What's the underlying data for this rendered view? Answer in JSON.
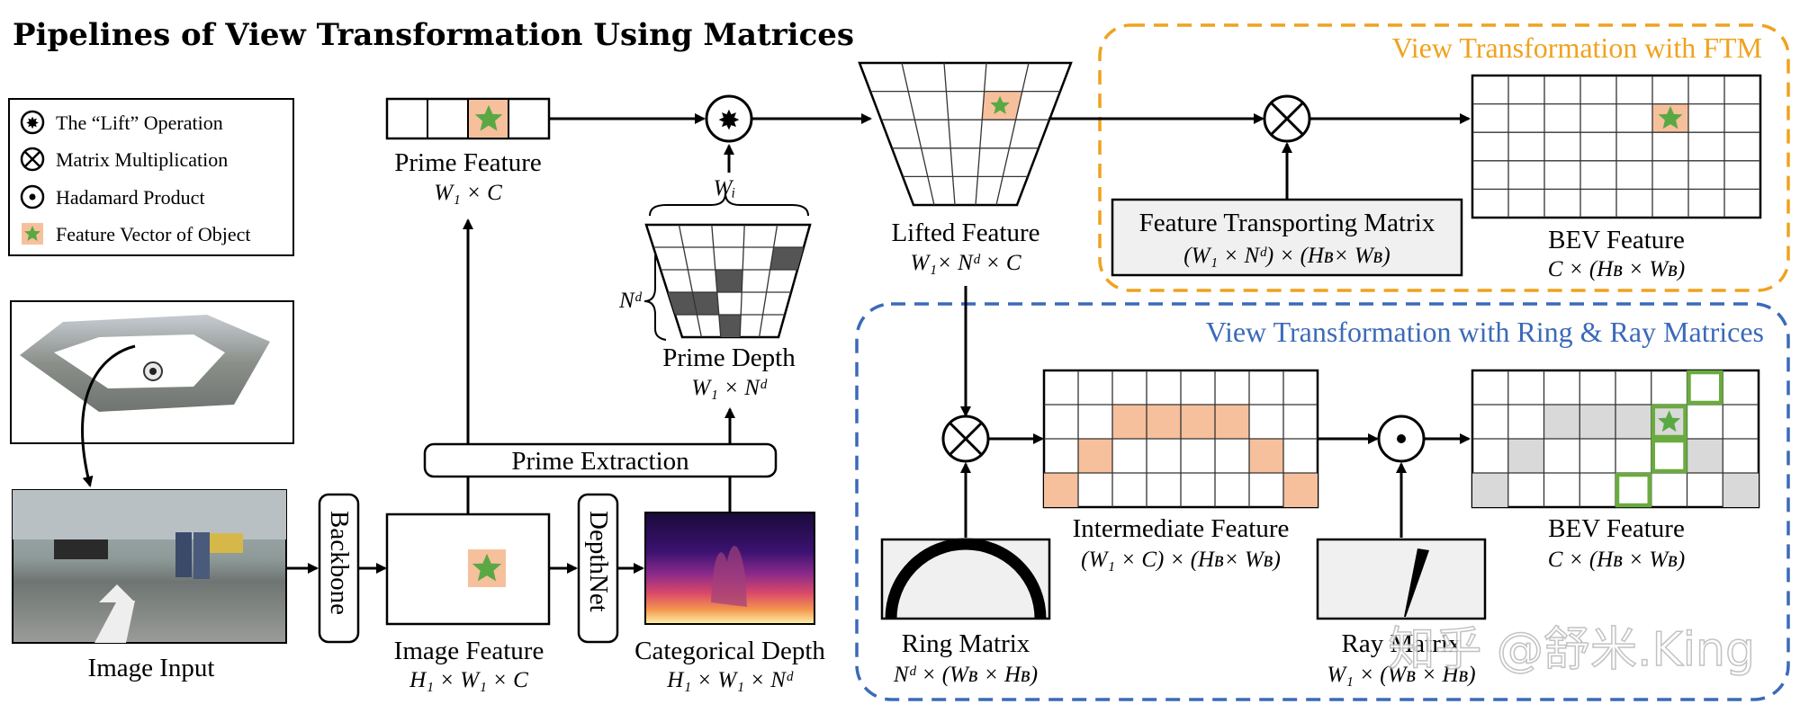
{
  "title": "Pipelines of View Transformation Using Matrices",
  "legend": {
    "items": [
      {
        "icon": "lift-op-icon",
        "label": "The “Lift” Operation"
      },
      {
        "icon": "matrix-mult-icon",
        "label": "Matrix Multiplication"
      },
      {
        "icon": "hadamard-icon",
        "label": "Hadamard Product"
      },
      {
        "icon": "feature-star-icon",
        "label": "Feature Vector of Object"
      }
    ]
  },
  "nodes": {
    "image_input": {
      "label": "Image Input"
    },
    "backbone": {
      "label": "Backbone"
    },
    "image_feature": {
      "label": "Image Feature",
      "dims": "H₁ × W₁ × C"
    },
    "depthnet": {
      "label": "DepthNet"
    },
    "categorical_depth": {
      "label": "Categorical Depth",
      "dims": "H₁ × W₁ × Nᵈ"
    },
    "prime_extraction": {
      "label": "Prime Extraction"
    },
    "prime_feature": {
      "label": "Prime Feature",
      "dims": "W₁ × C"
    },
    "prime_depth": {
      "label": "Prime Depth",
      "dims": "W₁ × Nᵈ",
      "top_brace": "Wᵢ",
      "side_brace": "Nᵈ"
    },
    "lifted_feature": {
      "label": "Lifted Feature",
      "dims": "W₁× Nᵈ × C"
    },
    "ftm": {
      "label": "Feature Transporting Matrix",
      "dims": "(W₁ × Nᵈ) × (Hʙ× Wʙ)"
    },
    "bev_top": {
      "label": "BEV Feature",
      "dims": "C × (Hʙ × Wʙ)"
    },
    "ring_matrix": {
      "label": "Ring Matrix",
      "dims": "Nᵈ × (Wʙ × Hʙ)"
    },
    "intermediate": {
      "label": "Intermediate Feature",
      "dims": "(W₁ × C) × (Hʙ× Wʙ)"
    },
    "ray_matrix": {
      "label": "Ray Matrix",
      "dims": "W₁ × (Wʙ × Hʙ)"
    },
    "bev_bottom": {
      "label": "BEV Feature",
      "dims": "C × (Hʙ × Wʙ)"
    }
  },
  "panels": {
    "ftm": {
      "label": "View Transformation with FTM",
      "color": "#f0a21e"
    },
    "ring_ray": {
      "label": "View Transformation with Ring & Ray Matrices",
      "color": "#3b6ab8"
    }
  },
  "watermark": "知乎 @舒米.King",
  "colors": {
    "star": "#5aa844",
    "highlight": "#f6c09c",
    "gray_cell": "#d9d9d9",
    "green_outline": "#6aab3f"
  }
}
